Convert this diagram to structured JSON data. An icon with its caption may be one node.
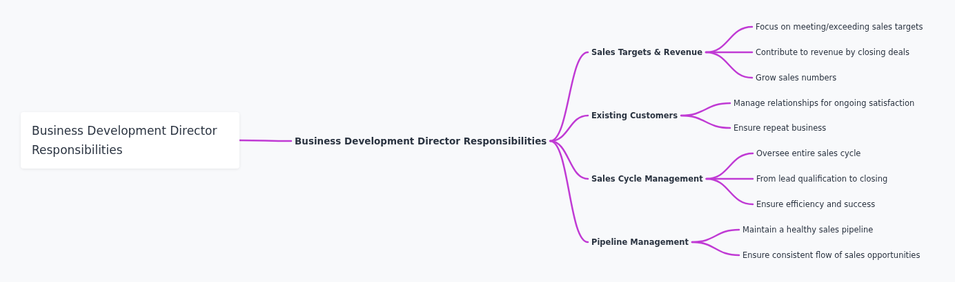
{
  "diagram": {
    "nodes": [
      {
        "text": [
          "Business Development Director Responsibilities"
        ]
      },
      {
        "text": [
          "Business Development Director Responsibilities"
        ]
      },
      {
        "text": [
          "Sales Targets & Revenue"
        ]
      },
      {
        "text": [
          "Focus on meeting/exceeding sales targets"
        ]
      },
      {
        "text": [
          "Contribute to revenue by closing deals"
        ]
      },
      {
        "text": [
          "Grow sales numbers"
        ]
      },
      {
        "text": [
          "Existing Customers"
        ]
      },
      {
        "text": [
          "Manage relationships for ongoing satisfaction"
        ]
      },
      {
        "text": [
          "Ensure repeat business"
        ]
      },
      {
        "text": [
          "Sales Cycle Management"
        ]
      },
      {
        "text": [
          "Oversee entire sales cycle"
        ]
      },
      {
        "text": [
          "From lead qualification to closing"
        ]
      },
      {
        "text": [
          "Ensure efficiency and success"
        ]
      },
      {
        "text": [
          "Pipeline Management"
        ]
      },
      {
        "text": [
          "Maintain a healthy sales pipeline"
        ]
      },
      {
        "text": [
          "Ensure consistent flow of sales opportunities"
        ]
      }
    ],
    "edges": [
      {
        "from": 0,
        "to": 1,
        "arrow": "none"
      },
      {
        "from": 1,
        "to": 2,
        "arrow": "none"
      },
      {
        "from": 2,
        "to": 3,
        "arrow": "none"
      },
      {
        "from": 2,
        "to": 4,
        "arrow": "none"
      },
      {
        "from": 2,
        "to": 5,
        "arrow": "none"
      },
      {
        "from": 1,
        "to": 6,
        "arrow": "none"
      },
      {
        "from": 6,
        "to": 7,
        "arrow": "none"
      },
      {
        "from": 6,
        "to": 8,
        "arrow": "none"
      },
      {
        "from": 1,
        "to": 9,
        "arrow": "none"
      },
      {
        "from": 9,
        "to": 10,
        "arrow": "none"
      },
      {
        "from": 9,
        "to": 11,
        "arrow": "none"
      },
      {
        "from": 9,
        "to": 12,
        "arrow": "none"
      },
      {
        "from": 1,
        "to": 13,
        "arrow": "none"
      },
      {
        "from": 13,
        "to": 14,
        "arrow": "none"
      },
      {
        "from": 13,
        "to": 15,
        "arrow": "none"
      }
    ]
  }
}
